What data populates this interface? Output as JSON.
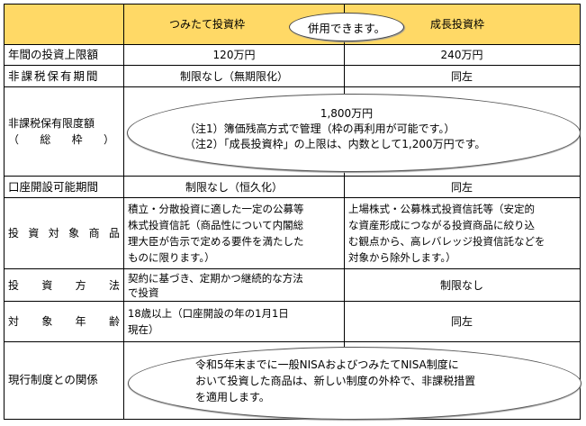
{
  "header": {
    "col1": "",
    "col2": "つみたて投資枠",
    "col3": "成長投資枠",
    "badge": "併用できます。"
  },
  "colors": {
    "header_bg": "#FFD966",
    "border": "#000000"
  },
  "rows": [
    {
      "label": "年間の投資上限額",
      "tsumitate": "120万円",
      "seicho": "240万円"
    },
    {
      "label": "非課税保有期間",
      "tsumitate": "制限なし（無期限化）",
      "seicho": "同左"
    },
    {
      "label_line1": "非課税保有限度額",
      "label_line2_chars": [
        "（",
        "総",
        "枠",
        "）"
      ],
      "merged_lines": [
        "1,800万円",
        "（注1）簿価残高方式で管理（枠の再利用が可能です。）",
        "（注2）「成長投資枠」の上限は、内数として1,200万円です。"
      ]
    },
    {
      "label": "口座開設可能期間",
      "tsumitate": "制限なし（恒久化）",
      "seicho": "同左"
    },
    {
      "label_chars": [
        "投",
        "資",
        "対",
        "象",
        "商",
        "品"
      ],
      "tsumitate_lines": [
        "積立・分散投資に適した一定の公募等",
        "株式投資信託（商品性について内閣総",
        "理大臣が告示で定める要件を満たした",
        "ものに限ります。）"
      ],
      "seicho_lines": [
        "上場株式・公募株式投資信託等（安定的",
        "な資産形成につながる投資商品に絞り込",
        "む観点から、高レバレッジ投資信託などを",
        "対象から除外します。）"
      ]
    },
    {
      "label_chars": [
        "投",
        "資",
        "方",
        "法"
      ],
      "tsumitate_lines": [
        "契約に基づき、定期かつ継続的な方法",
        "で投資"
      ],
      "seicho": "制限なし"
    },
    {
      "label_chars": [
        "対",
        "象",
        "年",
        "齢"
      ],
      "tsumitate_lines": [
        "18歳以上（口座開設の年の1月1日",
        "現在）"
      ],
      "seicho": "同左"
    },
    {
      "label": "現行制度との関係",
      "merged_lines": [
        "令和5年末までに一般NISAおよびつみたてNISA制度に",
        "おいて投資した商品は、新しい制度の外枠で、非課税措置",
        "を適用します。"
      ]
    }
  ]
}
